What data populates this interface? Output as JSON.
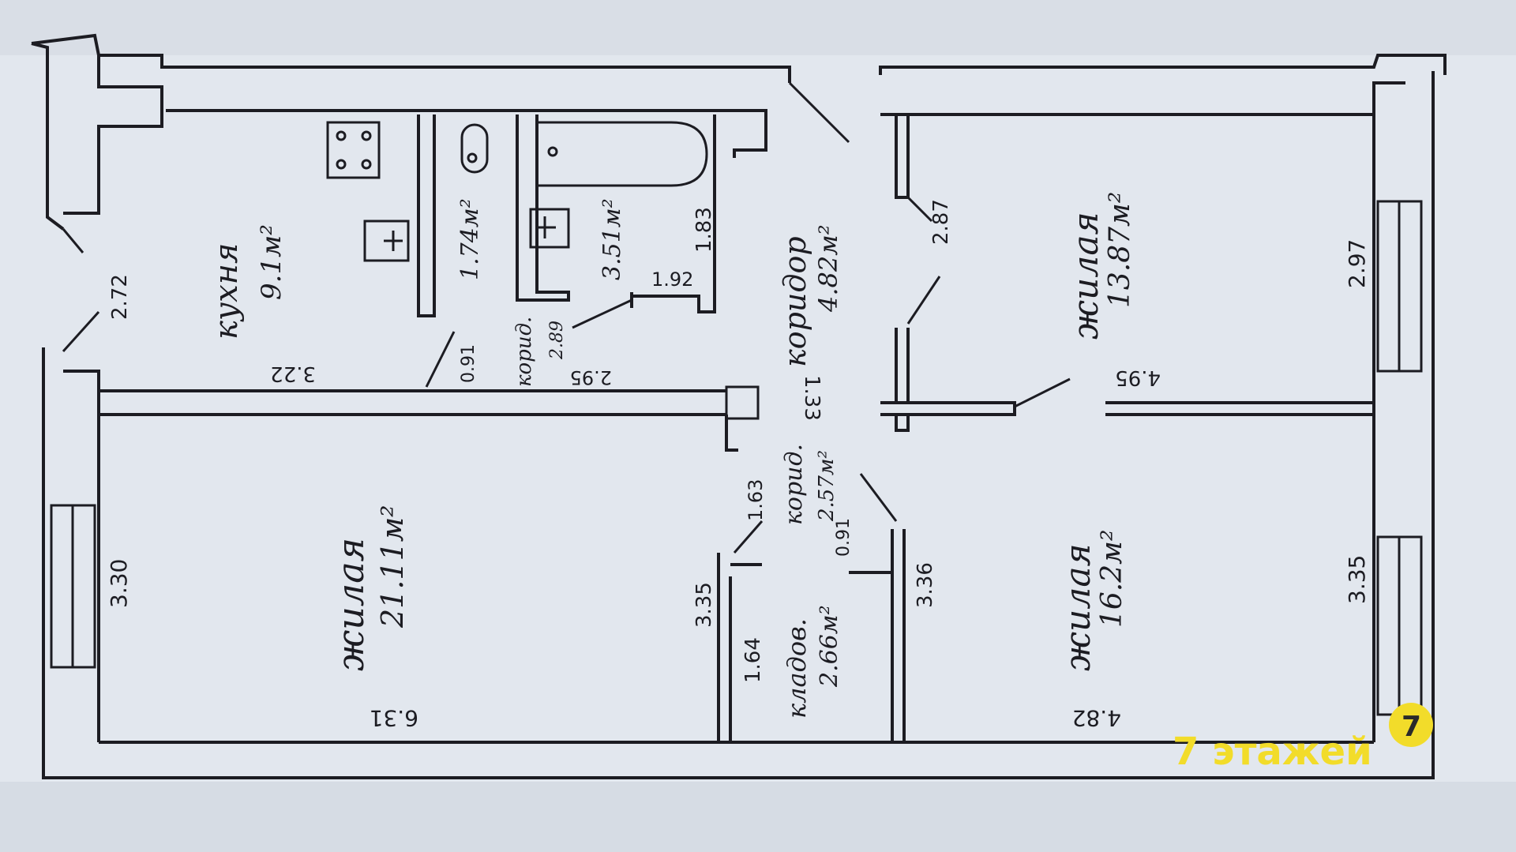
{
  "rooms": {
    "kitchen": {
      "name": "кухня",
      "area": "9.1м²"
    },
    "toilet": {
      "area": "1.74м²"
    },
    "bathroom": {
      "area": "3.51м²"
    },
    "corridor_small": {
      "name": "корид.",
      "area": "2.89"
    },
    "corridor_main": {
      "name": "коридор",
      "area": "4.82м²"
    },
    "corridor_lower": {
      "name": "корид.",
      "area": "2.57м²"
    },
    "pantry": {
      "name": "кладов.",
      "area": "2.66м²"
    },
    "living_left": {
      "name": "жилая",
      "area": "21.11м²"
    },
    "living_top_right": {
      "name": "жилая",
      "area": "13.87м²"
    },
    "living_bottom_right": {
      "name": "жилая",
      "area": "16.2м²"
    }
  },
  "dimensions": {
    "d_2_72": "2.72",
    "d_3_22": "3.22",
    "d_0_91a": "0.91",
    "d_2_95": "2.95",
    "d_1_92": "1.92",
    "d_1_83": "1.83",
    "d_1_33": "1.33",
    "d_2_87": "2.87",
    "d_2_97": "2.97",
    "d_4_95": "4.95",
    "d_3_30": "3.30",
    "d_6_31": "6.31",
    "d_1_63": "1.63",
    "d_0_91b": "0.91",
    "d_3_35a": "3.35",
    "d_1_64": "1.64",
    "d_3_36": "3.36",
    "d_3_35b": "3.35",
    "d_4_82": "4.82"
  },
  "watermark": {
    "text": "7 этажей",
    "badge": "7",
    "color": "#f2dc2a"
  }
}
